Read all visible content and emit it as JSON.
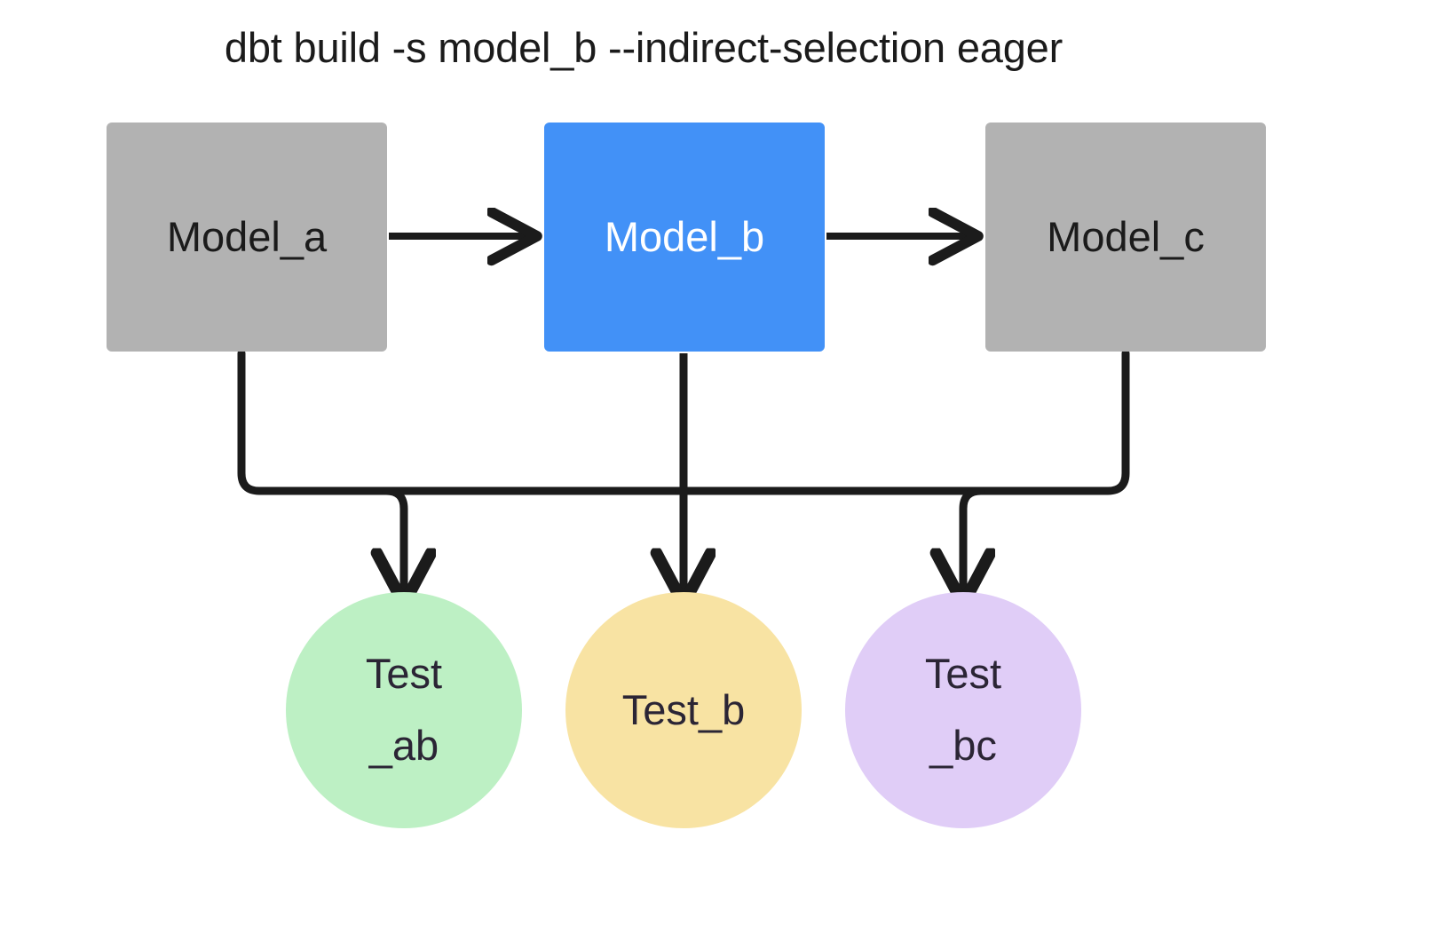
{
  "diagram": {
    "title": "dbt build -s model_b --indirect-selection eager",
    "type": "dag",
    "background": "#ffffff",
    "edge_color": "#1b1b1b",
    "models": [
      {
        "id": "model_a",
        "label": "Model_a",
        "shape": "rectangle",
        "color": "#b2b2b2",
        "text_color": "#1b1b1b",
        "selected": false
      },
      {
        "id": "model_b",
        "label": "Model_b",
        "shape": "rectangle",
        "color": "#4291f7",
        "text_color": "#ffffff",
        "selected": true
      },
      {
        "id": "model_c",
        "label": "Model_c",
        "shape": "rectangle",
        "color": "#b2b2b2",
        "text_color": "#1b1b1b",
        "selected": false
      }
    ],
    "tests": [
      {
        "id": "test_ab",
        "label_line1": "Test",
        "label_line2": "_ab",
        "shape": "circle",
        "color": "#bdf0c4",
        "text_color": "#2b2535"
      },
      {
        "id": "test_b",
        "label_line1": "Test_b",
        "label_line2": "",
        "shape": "circle",
        "color": "#f8e3a3",
        "text_color": "#2b2535"
      },
      {
        "id": "test_bc",
        "label_line1": "Test",
        "label_line2": "_bc",
        "shape": "circle",
        "color": "#e0cdf7",
        "text_color": "#2b2535"
      }
    ],
    "edges": [
      {
        "from": "model_a",
        "to": "model_b",
        "style": "arrow-right"
      },
      {
        "from": "model_b",
        "to": "model_c",
        "style": "arrow-right"
      },
      {
        "from": "model_a",
        "to": "test_ab",
        "style": "elbow-down"
      },
      {
        "from": "model_b",
        "to": "test_ab",
        "style": "elbow-down"
      },
      {
        "from": "model_b",
        "to": "test_b",
        "style": "straight-down"
      },
      {
        "from": "model_b",
        "to": "test_bc",
        "style": "elbow-down"
      },
      {
        "from": "model_c",
        "to": "test_bc",
        "style": "elbow-down"
      }
    ]
  }
}
